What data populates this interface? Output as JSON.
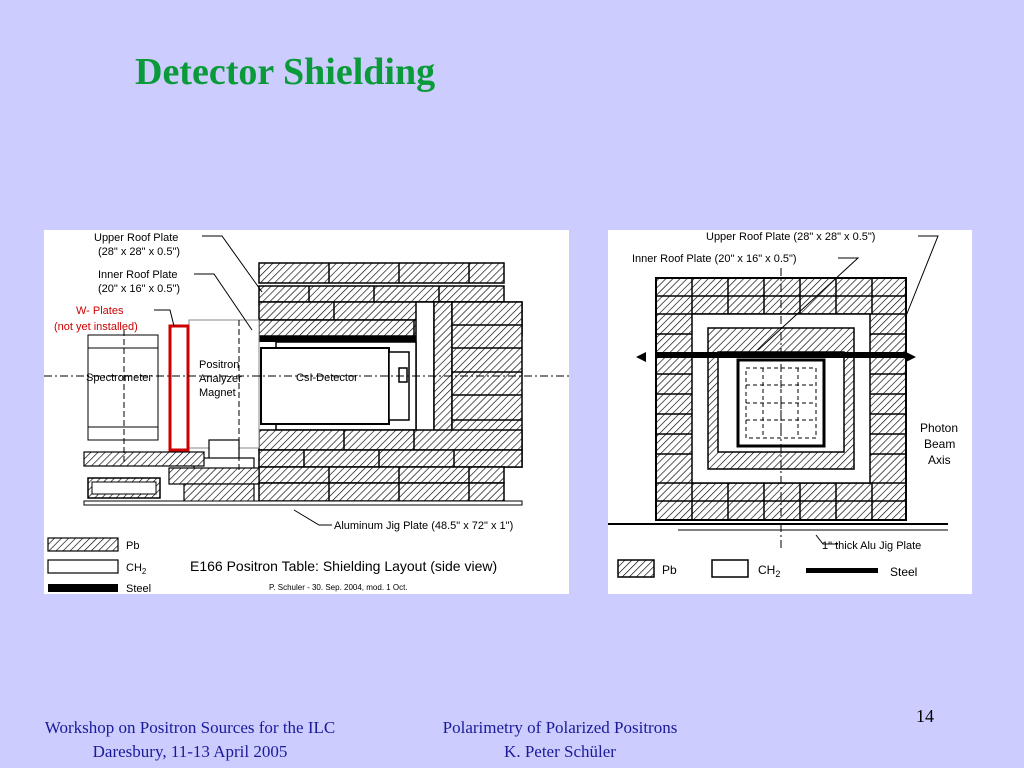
{
  "slide": {
    "title": "Detector Shielding",
    "page_number": "14"
  },
  "side_view": {
    "labels": {
      "upper_roof": "Upper Roof Plate",
      "upper_roof_dim": "(28\" x 28\" x 0.5\")",
      "inner_roof": "Inner Roof Plate",
      "inner_roof_dim": "(20\" x 16\" x 0.5\")",
      "w_plates": "W- Plates",
      "w_plates_note": "(not yet installed)",
      "spectrometer": "Spectrometer",
      "magnet_1": "Positron",
      "magnet_2": "Analyzer",
      "magnet_3": "Magnet",
      "detector": "CsI-Detector",
      "jig_plate": "Aluminum Jig Plate (48.5\" x 72\" x 1\")",
      "caption": "E166 Positron Table:   Shielding Layout  (side view)",
      "author": "P. Schuler  -  30. Sep. 2004, mod. 1 Oct."
    },
    "legend": {
      "pb": "Pb",
      "ch2": "CH",
      "ch2_sub": "2",
      "steel": "Steel"
    }
  },
  "front_view": {
    "labels": {
      "upper_roof": "Upper Roof Plate (28\" x 28\" x 0.5\")",
      "inner_roof": "Inner Roof Plate (20\" x 16\" x 0.5\")",
      "beam_1": "Photon",
      "beam_2": "Beam",
      "beam_3": "Axis",
      "jig_plate": "1\" thick Alu Jig Plate"
    },
    "legend": {
      "pb": "Pb",
      "ch2": "CH",
      "ch2_sub": "2",
      "steel": "Steel"
    }
  },
  "footer": {
    "left_line1": "Workshop on Positron Sources for the ILC",
    "left_line2": "Daresbury, 11-13 April 2005",
    "mid_line1": "Polarimetry of Polarized Positrons",
    "mid_line2": "K. Peter Schüler"
  },
  "colors": {
    "title": "#0a9a3a",
    "footer_text": "#1a1a99",
    "background": "#ccccff",
    "w_plate_red": "#cc0000"
  }
}
